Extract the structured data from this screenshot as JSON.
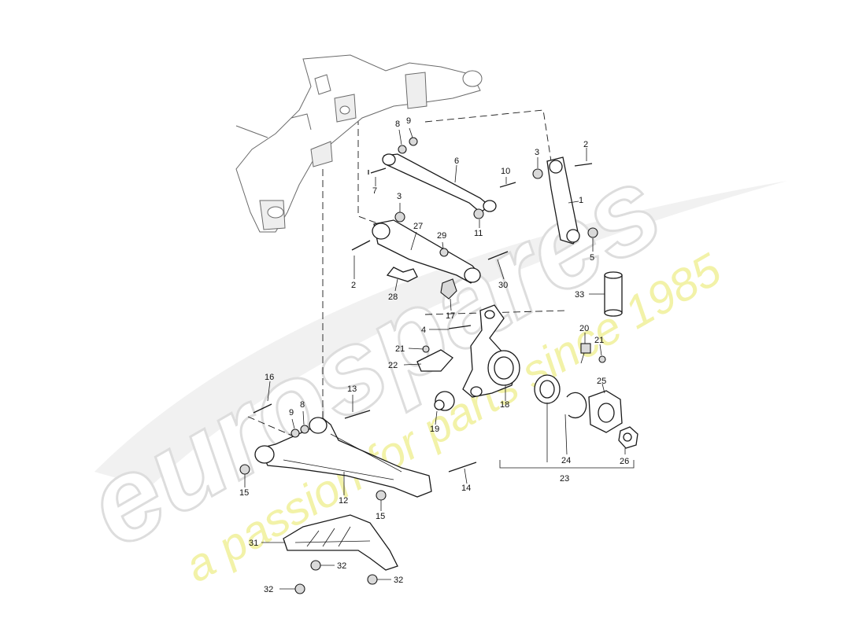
{
  "watermark": {
    "brand": "eurospares",
    "tagline": "a passion for parts since 1985",
    "brand_color": "#e6e6e6",
    "tagline_color": "#eeee99"
  },
  "callouts": [
    {
      "id": "c1",
      "label": "1"
    },
    {
      "id": "c2a",
      "label": "2"
    },
    {
      "id": "c2b",
      "label": "2"
    },
    {
      "id": "c3a",
      "label": "3"
    },
    {
      "id": "c3b",
      "label": "3"
    },
    {
      "id": "c4",
      "label": "4"
    },
    {
      "id": "c5",
      "label": "5"
    },
    {
      "id": "c6",
      "label": "6"
    },
    {
      "id": "c7",
      "label": "7"
    },
    {
      "id": "c8a",
      "label": "8"
    },
    {
      "id": "c8b",
      "label": "8"
    },
    {
      "id": "c9a",
      "label": "9"
    },
    {
      "id": "c9b",
      "label": "9"
    },
    {
      "id": "c10",
      "label": "10"
    },
    {
      "id": "c11",
      "label": "11"
    },
    {
      "id": "c12",
      "label": "12"
    },
    {
      "id": "c13",
      "label": "13"
    },
    {
      "id": "c14",
      "label": "14"
    },
    {
      "id": "c15a",
      "label": "15"
    },
    {
      "id": "c15b",
      "label": "15"
    },
    {
      "id": "c16",
      "label": "16"
    },
    {
      "id": "c17",
      "label": "17"
    },
    {
      "id": "c18",
      "label": "18"
    },
    {
      "id": "c19",
      "label": "19"
    },
    {
      "id": "c20",
      "label": "20"
    },
    {
      "id": "c21a",
      "label": "21"
    },
    {
      "id": "c21b",
      "label": "21"
    },
    {
      "id": "c22",
      "label": "22"
    },
    {
      "id": "c23",
      "label": "23"
    },
    {
      "id": "c24",
      "label": "24"
    },
    {
      "id": "c25",
      "label": "25"
    },
    {
      "id": "c26",
      "label": "26"
    },
    {
      "id": "c27",
      "label": "27"
    },
    {
      "id": "c28",
      "label": "28"
    },
    {
      "id": "c29",
      "label": "29"
    },
    {
      "id": "c30",
      "label": "30"
    },
    {
      "id": "c31",
      "label": "31"
    },
    {
      "id": "c32a",
      "label": "32"
    },
    {
      "id": "c32b",
      "label": "32"
    },
    {
      "id": "c32c",
      "label": "32"
    },
    {
      "id": "c33",
      "label": "33"
    }
  ]
}
